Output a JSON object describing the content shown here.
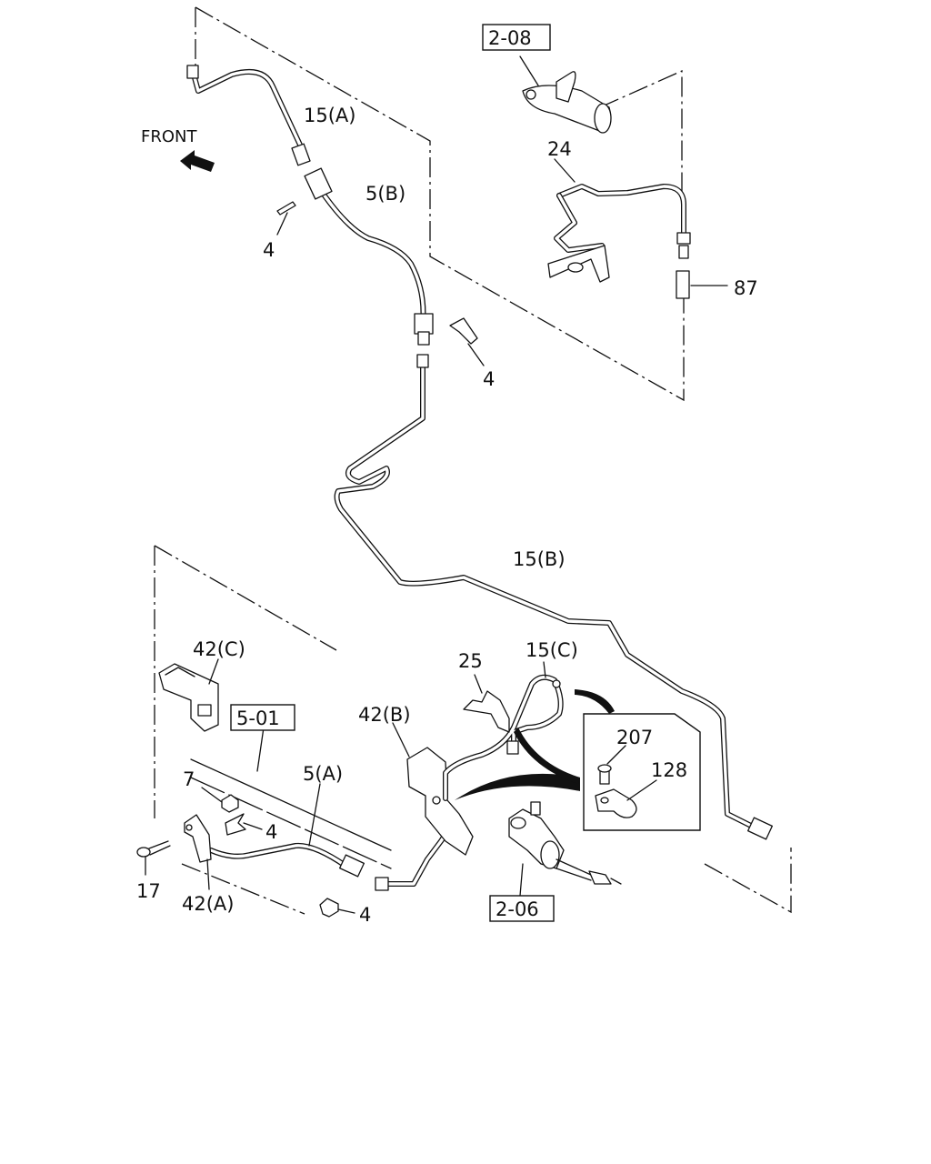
{
  "front_label": "FRONT",
  "labels": {
    "ref_2_08": "2-08",
    "ref_5_01": "5-01",
    "ref_2_06": "2-06",
    "p15A": "15(A)",
    "p5B": "5(B)",
    "p4_top_left": "4",
    "p24": "24",
    "p87": "87",
    "p4_mid": "4",
    "p15B": "15(B)",
    "p42C": "42(C)",
    "p25": "25",
    "p15C": "15(C)",
    "p42B": "42(B)",
    "p207": "207",
    "p128": "128",
    "p7": "7",
    "p5A": "5(A)",
    "p4_lower": "4",
    "p17": "17",
    "p42A": "42(A)",
    "p4_bottom": "4"
  }
}
